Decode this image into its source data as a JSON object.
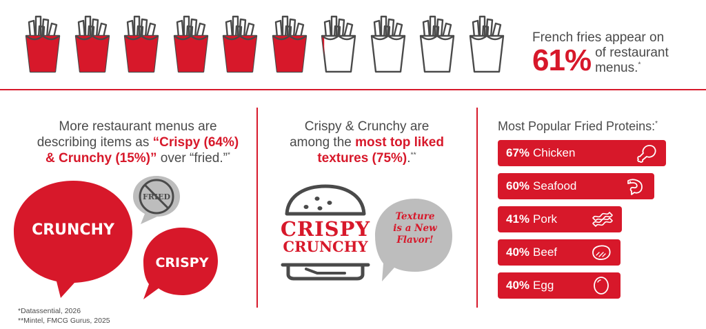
{
  "fries_stat": {
    "filled_fraction": 0.61,
    "total_icons": 10,
    "line1": "French fries appear on",
    "percent": "61%",
    "line2": "of restaurant",
    "line3": "menus.",
    "mark": "*"
  },
  "col1": {
    "line1": "More restaurant menus are",
    "line2_pre": "describing items as ",
    "line2_red": "“Crispy (64%)",
    "line3_red": "& Crunchy (15%)”",
    "line3_post": " over “fried.”",
    "mark": "*",
    "bubble_big": "CRUNCHY",
    "bubble_small": "CRISPY",
    "bubble_crossed": "FRIED",
    "footnote1": "*Datassential, 2026",
    "footnote2": "**Mintel, FMCG Gurus, 2025"
  },
  "col2": {
    "line1": "Crispy & Crunchy are",
    "line2_pre": "among the ",
    "line2_red": "most top liked",
    "line3_red": "textures (75%)",
    "line3_post": ".",
    "mark": "**",
    "burger_word1": "CRISPY",
    "burger_word2": "CRUNCHY",
    "bubble_l1": "Texture",
    "bubble_l2": "is a New",
    "bubble_l3": "Flavor!"
  },
  "proteins": {
    "title": "Most Popular Fried Proteins:",
    "mark": "*",
    "items": [
      {
        "pct": "67%",
        "label": "Chicken",
        "value": 67,
        "icon": "drumstick-icon"
      },
      {
        "pct": "60%",
        "label": "Seafood",
        "value": 60,
        "icon": "shrimp-icon"
      },
      {
        "pct": "41%",
        "label": "Pork",
        "value": 41,
        "icon": "bacon-icon"
      },
      {
        "pct": "40%",
        "label": "Beef",
        "value": 40,
        "icon": "steak-icon"
      },
      {
        "pct": "40%",
        "label": "Egg",
        "value": 40,
        "icon": "egg-icon"
      }
    ]
  },
  "colors": {
    "accent": "#d7182a",
    "text": "#4a4a4a",
    "gray": "#bdbdbd"
  }
}
